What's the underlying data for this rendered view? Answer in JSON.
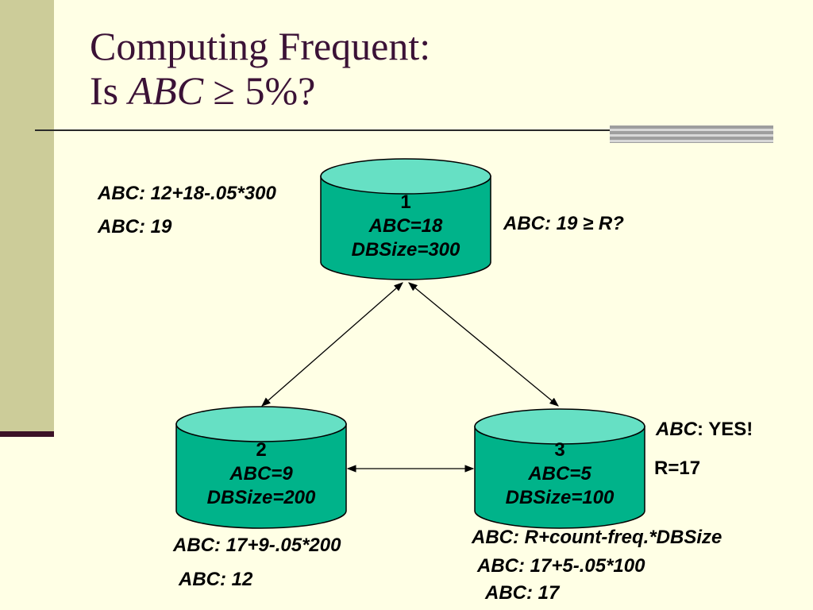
{
  "slide": {
    "title_line1": "Computing Frequent:",
    "title_line2_prefix": "Is ",
    "title_line2_italic": "ABC",
    "title_line2_suffix": " ≥ 5%?"
  },
  "nodes": [
    {
      "id": "1",
      "abc": "ABC=18",
      "dbsize": "DBSize=300"
    },
    {
      "id": "2",
      "abc": "ABC=9",
      "dbsize": "DBSize=200"
    },
    {
      "id": "3",
      "abc": "ABC=5",
      "dbsize": "DBSize=100"
    }
  ],
  "annotations": {
    "node1_calc": "ABC: 12+18-.05*300",
    "node1_result": "ABC: 19",
    "node1_check": "ABC: 19 ≥ R?",
    "node3_yes_italic": "ABC",
    "node3_yes_rest": ": YES!",
    "node3_r": "R=17",
    "node2_calc": "ABC: 17+9-.05*200",
    "node2_result": "ABC: 12",
    "node3_formula": "ABC: R+count-freq.*DBSize",
    "node3_calc": "ABC: 17+5-.05*100",
    "node3_result": "ABC: 17"
  },
  "colors": {
    "db_fill": "#00B38A",
    "db_top": "#66E0C4",
    "title": "#3B1236",
    "background": "#FFFFE5",
    "sidebar": "#CCCC99"
  }
}
